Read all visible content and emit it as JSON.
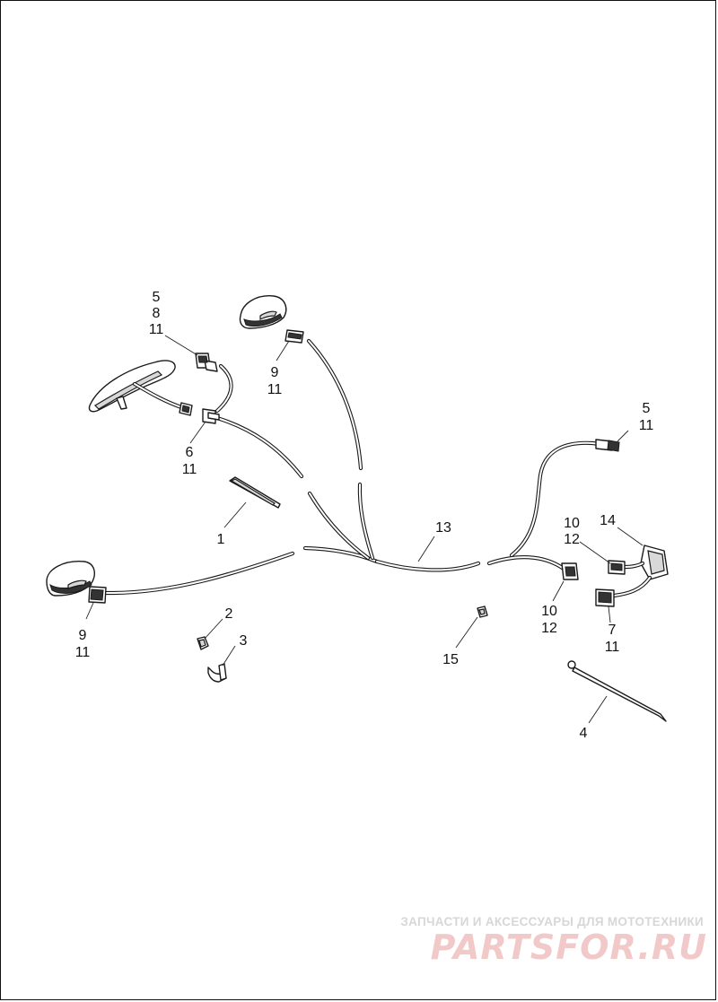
{
  "callouts": {
    "c1": "1",
    "c2": "2",
    "c3": "3",
    "c4": "4",
    "c5_top_left": [
      "5",
      "8",
      "11"
    ],
    "c9_top": [
      "9",
      "11"
    ],
    "c6": [
      "6",
      "11"
    ],
    "c5_right": [
      "5",
      "11"
    ],
    "c13": "13",
    "c14": "14",
    "c10_upper": [
      "10",
      "12"
    ],
    "c10_lower": [
      "10",
      "12"
    ],
    "c7": [
      "7",
      "11"
    ],
    "c15": "15",
    "c9_left": [
      "9",
      "11"
    ]
  },
  "watermark": {
    "tagline": "ЗАПЧАСТИ И АКСЕССУАРЫ ДЛЯ МОТОТЕХНИКИ",
    "logo": "PARTSFOR.RU"
  },
  "colors": {
    "line": "#1a1a1a",
    "watermark_text": "#d7d7d7",
    "watermark_logo": "#f1c9c9"
  }
}
